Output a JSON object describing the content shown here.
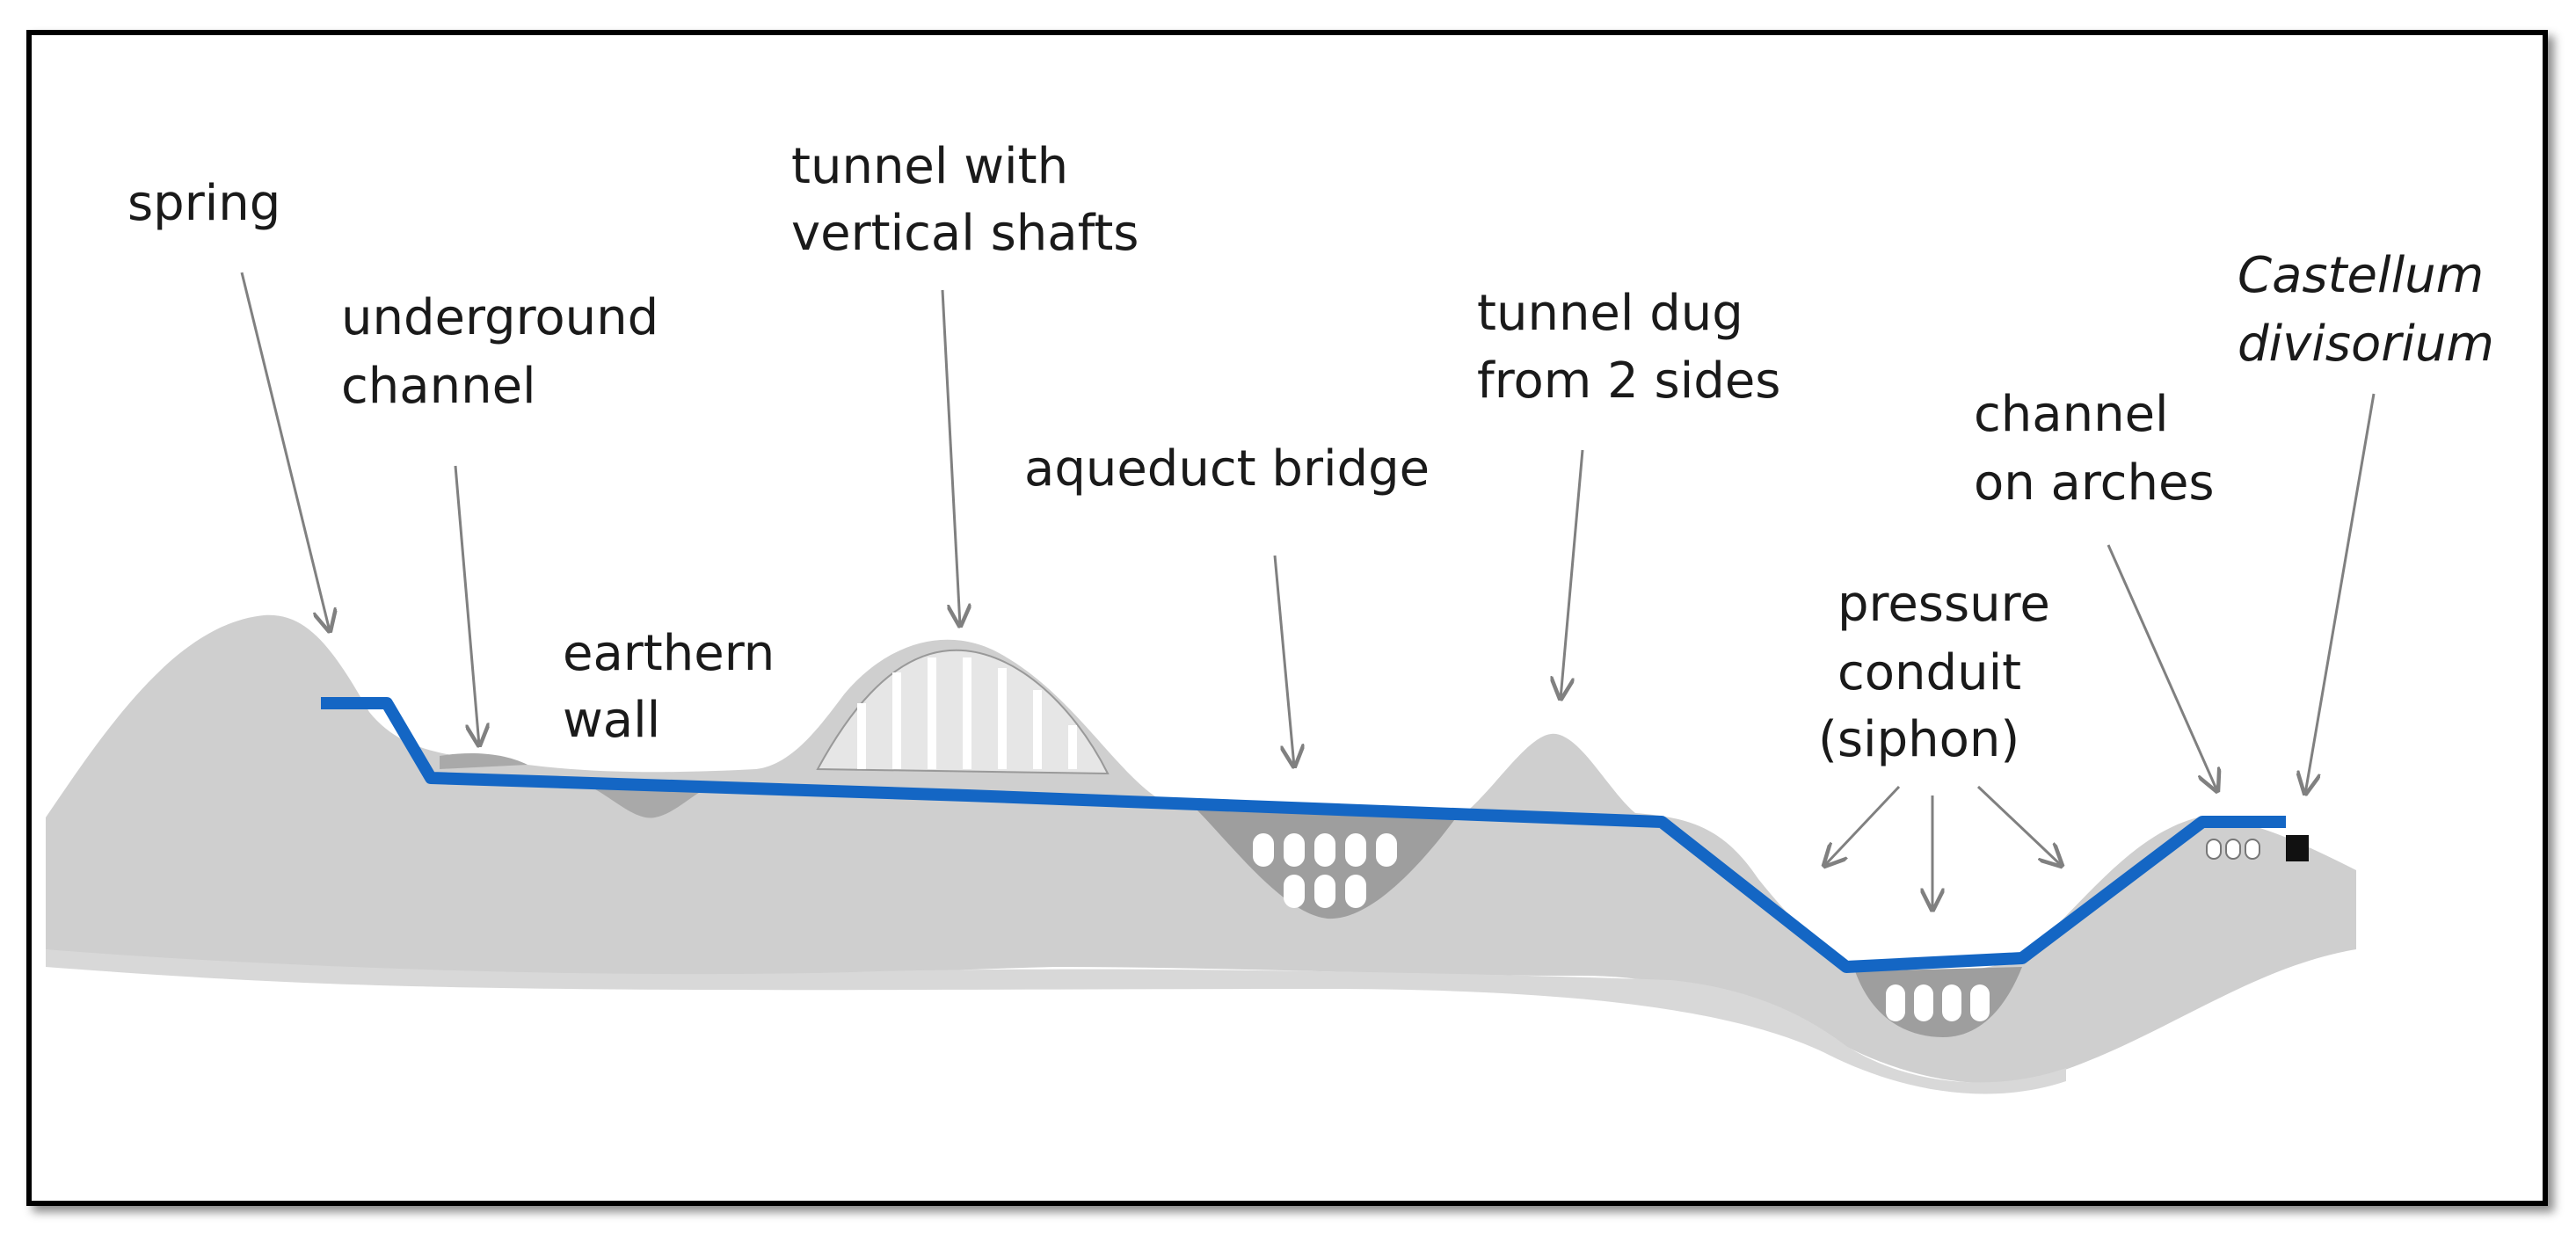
{
  "labels": {
    "spring": "spring",
    "underground_channel_1": "underground",
    "underground_channel_2": "channel",
    "earthern_wall_1": "earthern",
    "earthern_wall_2": "wall",
    "tunnel_shafts_1": "tunnel with",
    "tunnel_shafts_2": "vertical shafts",
    "aqueduct_bridge": "aqueduct bridge",
    "tunnel_dug_1": "tunnel dug",
    "tunnel_dug_2": "from 2 sides",
    "pressure_conduit_1": "pressure",
    "pressure_conduit_2": "conduit",
    "pressure_conduit_3": "(siphon)",
    "channel_arches_1": "channel",
    "channel_arches_2": "on arches",
    "castellum_1": "Castellum",
    "castellum_2": "divisorium"
  },
  "colors": {
    "terrain": "#cfcfcf",
    "terrain_dark": "#a9a9a9",
    "water": "#1466c4",
    "arrow": "#808080",
    "border": "#000000"
  }
}
